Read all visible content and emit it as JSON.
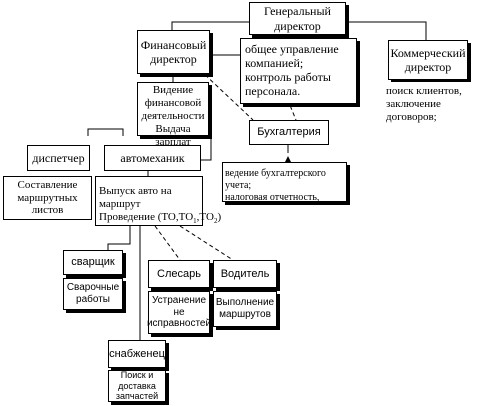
{
  "colors": {
    "line": "#000000",
    "background": "#ffffff",
    "box_fill": "#ffffff"
  },
  "nodes": {
    "general_director": "Генеральный\nдиректор",
    "general_director_tasks": "общее управление\nкомпанией;\nконтроль работы\nперсонала.",
    "financial_director": "Финансовый\nдиректор",
    "financial_director_tasks": "Видение\nфинансовой\nдеятельности\nВыдача\nзарплат",
    "commercial_director": "Коммерческий\nдиректор",
    "commercial_director_tasks": "поиск клиентов,\nзаключение\nдоговоров;",
    "accounting": "Бухгалтерия",
    "accounting_tasks": "ведение бухгалтерского учета;\nналоговая отчетность,",
    "dispatcher": "диспетчер",
    "dispatcher_tasks": "Составление\nмаршрутных листов",
    "mechanic": "автомеханик",
    "mechanic_tasks_line1": "Выпуск авто на маршрут",
    "mechanic_tasks_line2_prefix": "Проведение (ТО,ТО",
    "mechanic_tasks_sub1": "1",
    "mechanic_tasks_sep": ",ТО",
    "mechanic_tasks_sub2": "2",
    "mechanic_tasks_suffix": ")",
    "welder": "сварщик",
    "welder_tasks": "Сварочные\nработы",
    "locksmith": "Слесарь",
    "locksmith_tasks": "Устранение\nне\nисправностей",
    "driver": "Водитель",
    "driver_tasks": "Выполнение\nмаршрутов",
    "supplier": "снабженец",
    "supplier_tasks": "Поиск и\nдоставка\nзапчастей"
  }
}
